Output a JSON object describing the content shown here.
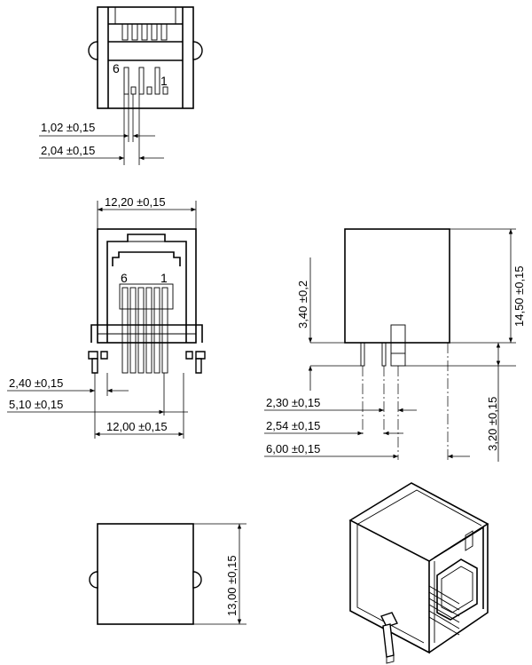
{
  "top_view": {
    "pin_label_6": "6",
    "pin_label_1": "1",
    "dim_pitch": "1,02 ±0,15",
    "dim_row_pitch": "2,04 ±0,15"
  },
  "front_view": {
    "dim_width": "12,20 ±0,15",
    "pin_label_6": "6",
    "pin_label_1": "1",
    "dim_peg_offset": "2,40 ±0,15",
    "dim_pin_offset": "5,10 ±0,15",
    "dim_peg_spacing": "12,00 ±0,15"
  },
  "side_view": {
    "dim_height": "14,50 ±0,15",
    "dim_standoff": "3,40 ±0,2",
    "dim_pin_length": "3,20 ±0,15",
    "dim_pin_a": "2,30 ±0,15",
    "dim_pin_b": "2,54 ±0,15",
    "dim_pin_c": "6,00 ±0,15"
  },
  "bottom_view": {
    "dim_depth": "13,00 ±0,15"
  }
}
